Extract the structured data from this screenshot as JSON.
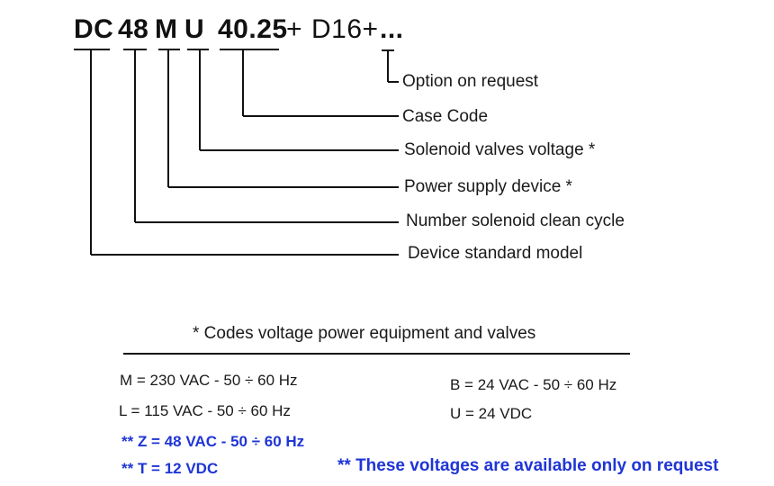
{
  "code": {
    "seg_dc": "DC",
    "seg_48": "48",
    "seg_m": "M",
    "seg_u": "U",
    "seg_case": "40.25",
    "seg_plus1": "+",
    "seg_d16": "D16+",
    "seg_dots": "..."
  },
  "labels": {
    "option": "Option on request",
    "case_code": "Case Code",
    "solenoid_voltage": "Solenoid valves voltage *",
    "power_supply": "Power supply device *",
    "number_solenoid": "Number solenoid clean cycle",
    "standard_model": "Device standard model"
  },
  "voltage_table": {
    "title": "* Codes voltage power equipment and valves",
    "left": [
      "M = 230 VAC - 50 ÷ 60 Hz",
      "L = 115 VAC - 50 ÷ 60 Hz"
    ],
    "right": [
      "B = 24 VAC - 50 ÷ 60 Hz",
      "U = 24 VDC"
    ],
    "on_request": [
      "** Z = 48 VAC - 50 ÷ 60 Hz",
      "** T = 12 VDC"
    ],
    "note": "** These voltages are available only on request"
  },
  "colors": {
    "text": "#1a1a1a",
    "lines": "#111111",
    "request_blue": "#1f35d6"
  }
}
